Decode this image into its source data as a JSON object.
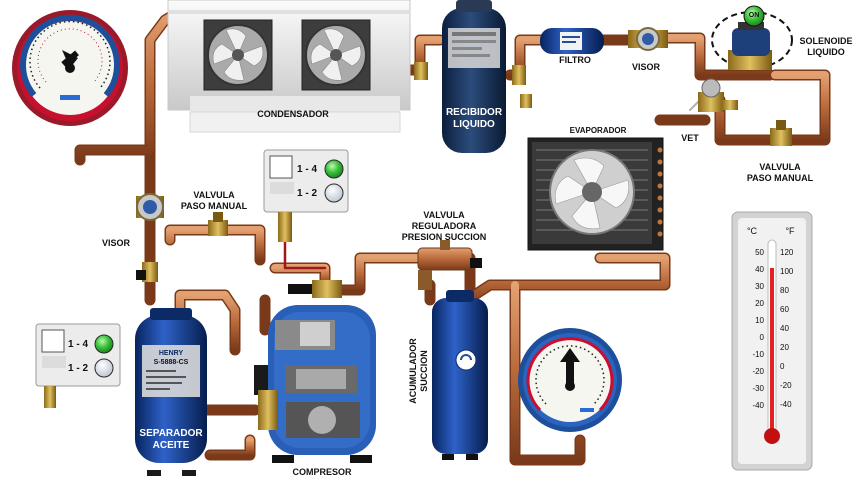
{
  "labels": {
    "condensador": "CONDENSADOR",
    "recibidor": [
      "RECIBIDOR",
      "LIQUIDO"
    ],
    "filtro": "FILTRO",
    "visor_top": "VISOR",
    "solenoide": [
      "SOLENOIDE",
      "LIQUIDO"
    ],
    "on": "ON",
    "evaporador": "EVAPORADOR",
    "vet": "VET",
    "valvula_paso_right": [
      "VALVULA",
      "PASO MANUAL"
    ],
    "valvula_paso_left": [
      "VALVULA",
      "PASO MANUAL"
    ],
    "visor_left": "VISOR",
    "valvula_reguladora": [
      "VALVULA",
      "REGULADORA",
      "PRESION SUCCION"
    ],
    "separador": [
      "SEPARADOR",
      "ACEITE"
    ],
    "compresor": "COMPRESOR",
    "acumulador": [
      "ACUMULADOR",
      "SUCCION"
    ],
    "switch_top": [
      "1 - 4",
      "1 - 2"
    ],
    "switch_left": [
      "1 - 4",
      "1 - 2"
    ],
    "separator_brand": "HENRY",
    "separator_model": "S-5888-CS",
    "thermometer_units": [
      "°C",
      "°F"
    ],
    "thermo_c_ticks": [
      "50",
      "40",
      "30",
      "20",
      "10",
      "0",
      "-10",
      "-20",
      "-30",
      "-40"
    ],
    "thermo_f_ticks": [
      "120",
      "100",
      "80",
      "60",
      "40",
      "20",
      "0",
      "-20",
      "-40"
    ]
  },
  "colors": {
    "copper": "#b8693a",
    "copper_dark": "#7a3a1a",
    "gauge_red": "#c8102e",
    "gauge_blue": "#1d4f9a",
    "tank_blue": "#0e3e9c",
    "switch_green": "#39c23a",
    "compressor_blue": "#2a5fb8"
  },
  "gauges": {
    "high_pressure": {
      "type": "high-pressure-gauge"
    },
    "low_pressure": {
      "type": "low-pressure-gauge"
    }
  }
}
